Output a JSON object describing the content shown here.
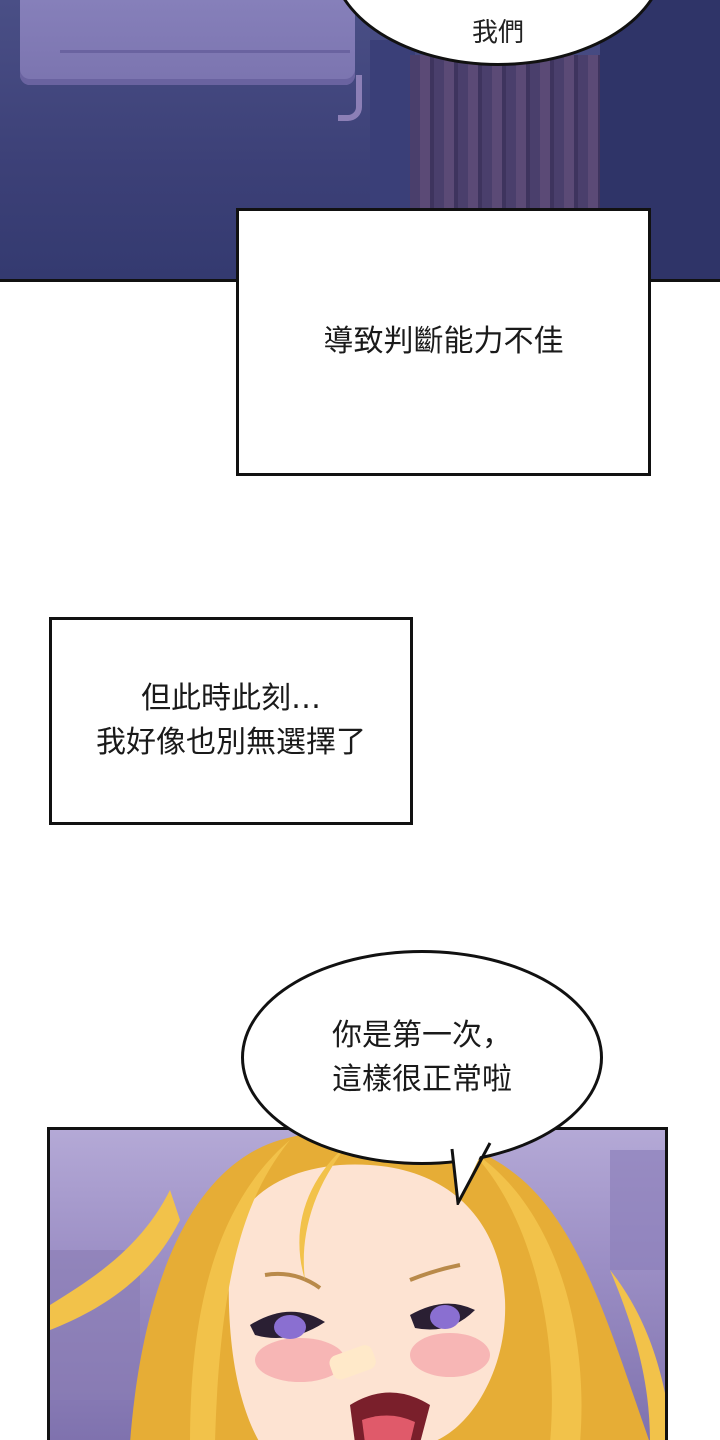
{
  "panels": {
    "top_bubble_text": "我們",
    "caption_1": {
      "lines": [
        "導致判斷能力不佳"
      ]
    },
    "caption_2": {
      "lines": [
        "但此時此刻…",
        "我好像也別無選擇了"
      ]
    },
    "speech_bubble": {
      "lines": [
        "你是第一次，",
        "這樣很正常啦"
      ]
    }
  },
  "colors": {
    "night_wall": "#3c4077",
    "hair": "#f2c24a",
    "bedroom_wall": "#9d90c6"
  }
}
